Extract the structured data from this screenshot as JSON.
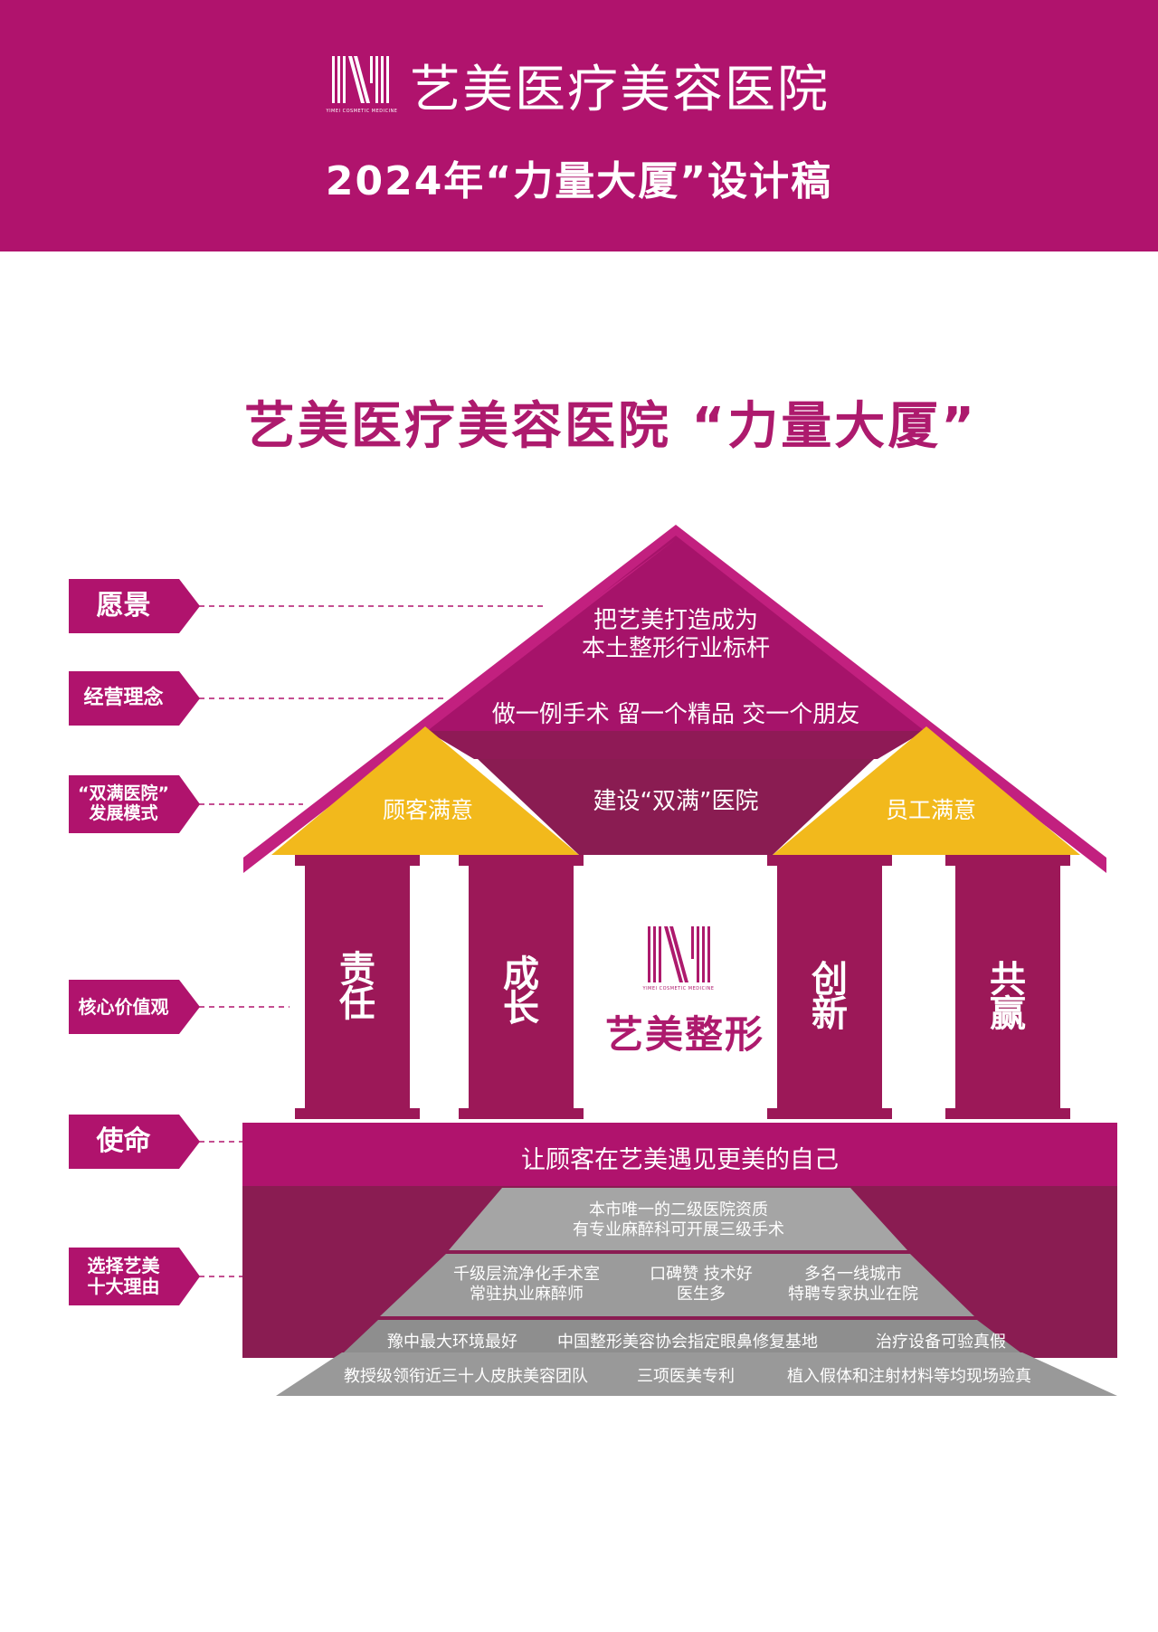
{
  "header": {
    "logo_text": "艺美医疗美容医院",
    "logo_small": "YIMEI COSMETIC MEDICINE",
    "subtitle": "2024年“力量大厦”设计稿"
  },
  "main_title": "艺美医疗美容医院 “力量大厦”",
  "labels": {
    "vision": "愿景",
    "philosophy": "经营理念",
    "model_line1": "“双满医院”",
    "model_line2": "发展模式",
    "values": "核心价值观",
    "mission": "使命",
    "reasons_line1": "选择艺美",
    "reasons_line2": "十大理由"
  },
  "roof": {
    "vision_line1": "把艺美打造成为",
    "vision_line2": "本土整形行业标杆",
    "philosophy": "做一例手术 留一个精品 交一个朋友",
    "center": "建设“双满”医院",
    "left": "顾客满意",
    "right": "员工满意"
  },
  "pillars": [
    {
      "line1": "责",
      "line2": "任"
    },
    {
      "line1": "成",
      "line2": "长"
    },
    {
      "line1": "创",
      "line2": "新"
    },
    {
      "line1": "共",
      "line2": "赢"
    }
  ],
  "center_logo": {
    "text": "艺美整形",
    "small": "YIMEI COSMETIC MEDICINE"
  },
  "mission": "让顾客在艺美遇见更美的自己",
  "reasons": {
    "tier1_line1": "本市唯一的二级医院资质",
    "tier1_line2": "有专业麻醉科可开展三级手术",
    "tier2_a_line1": "千级层流净化手术室",
    "tier2_a_line2": "常驻执业麻醉师",
    "tier2_b_line1": "口碑赞 技术好",
    "tier2_b_line2": "医生多",
    "tier2_c_line1": "多名一线城市",
    "tier2_c_line2": "特聘专家执业在院",
    "tier3_a": "豫中最大环境最好",
    "tier3_b": "中国整形美容协会指定眼鼻修复基地",
    "tier3_c": "治疗设备可验真假",
    "tier4_a": "教授级领衔近三十人皮肤美容团队",
    "tier4_b": "三项医美专利",
    "tier4_c": "植入假体和注射材料等均现场验真"
  },
  "colors": {
    "magenta": "#b0136d",
    "dark_magenta": "#8a1c52",
    "roof_pink": "#c2207f",
    "gold": "#f2b91c",
    "gray": "#9a9a9a",
    "gray_dark": "#8a8a8a"
  }
}
